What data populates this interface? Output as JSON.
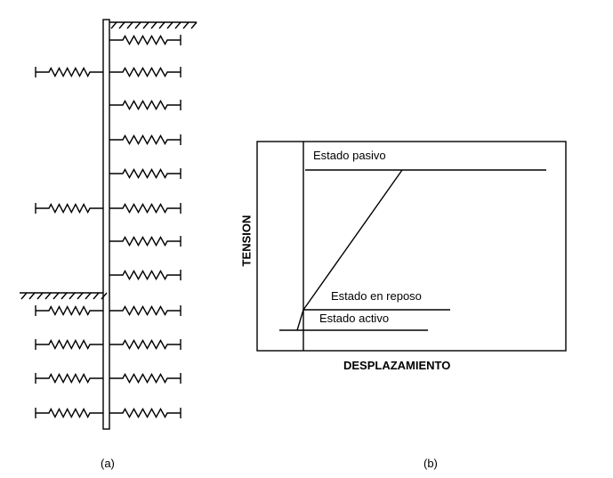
{
  "panel_a": {
    "caption": "(a)"
  },
  "panel_b": {
    "caption": "(b)",
    "y_axis_label": "TENSION",
    "x_axis_label": "DESPLAZAMIENTO",
    "states": {
      "passive": "Estado pasivo",
      "at_rest": "Estado en reposo",
      "active": "Estado activo"
    }
  }
}
